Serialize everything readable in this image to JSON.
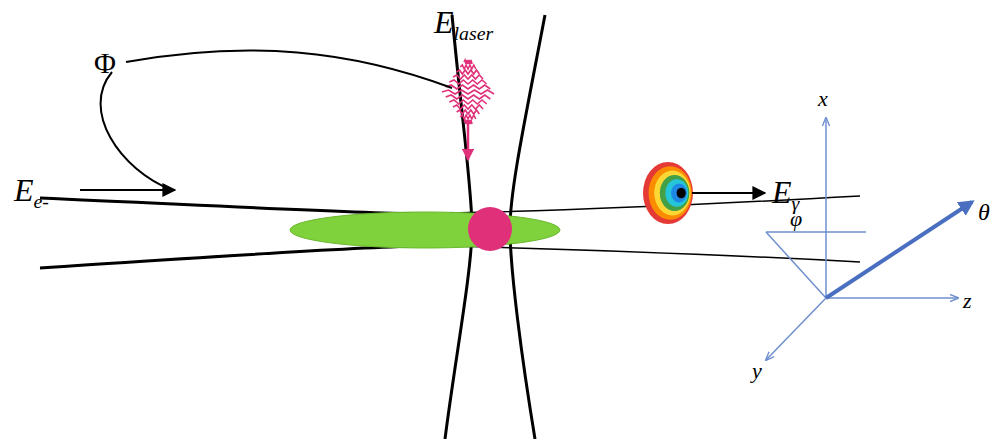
{
  "diagram": {
    "labels": [
      "E",
      "laser",
      "Φ",
      "E",
      "e-",
      "E",
      "γ",
      "x",
      "φ",
      "θ",
      "y",
      "z"
    ]
  }
}
